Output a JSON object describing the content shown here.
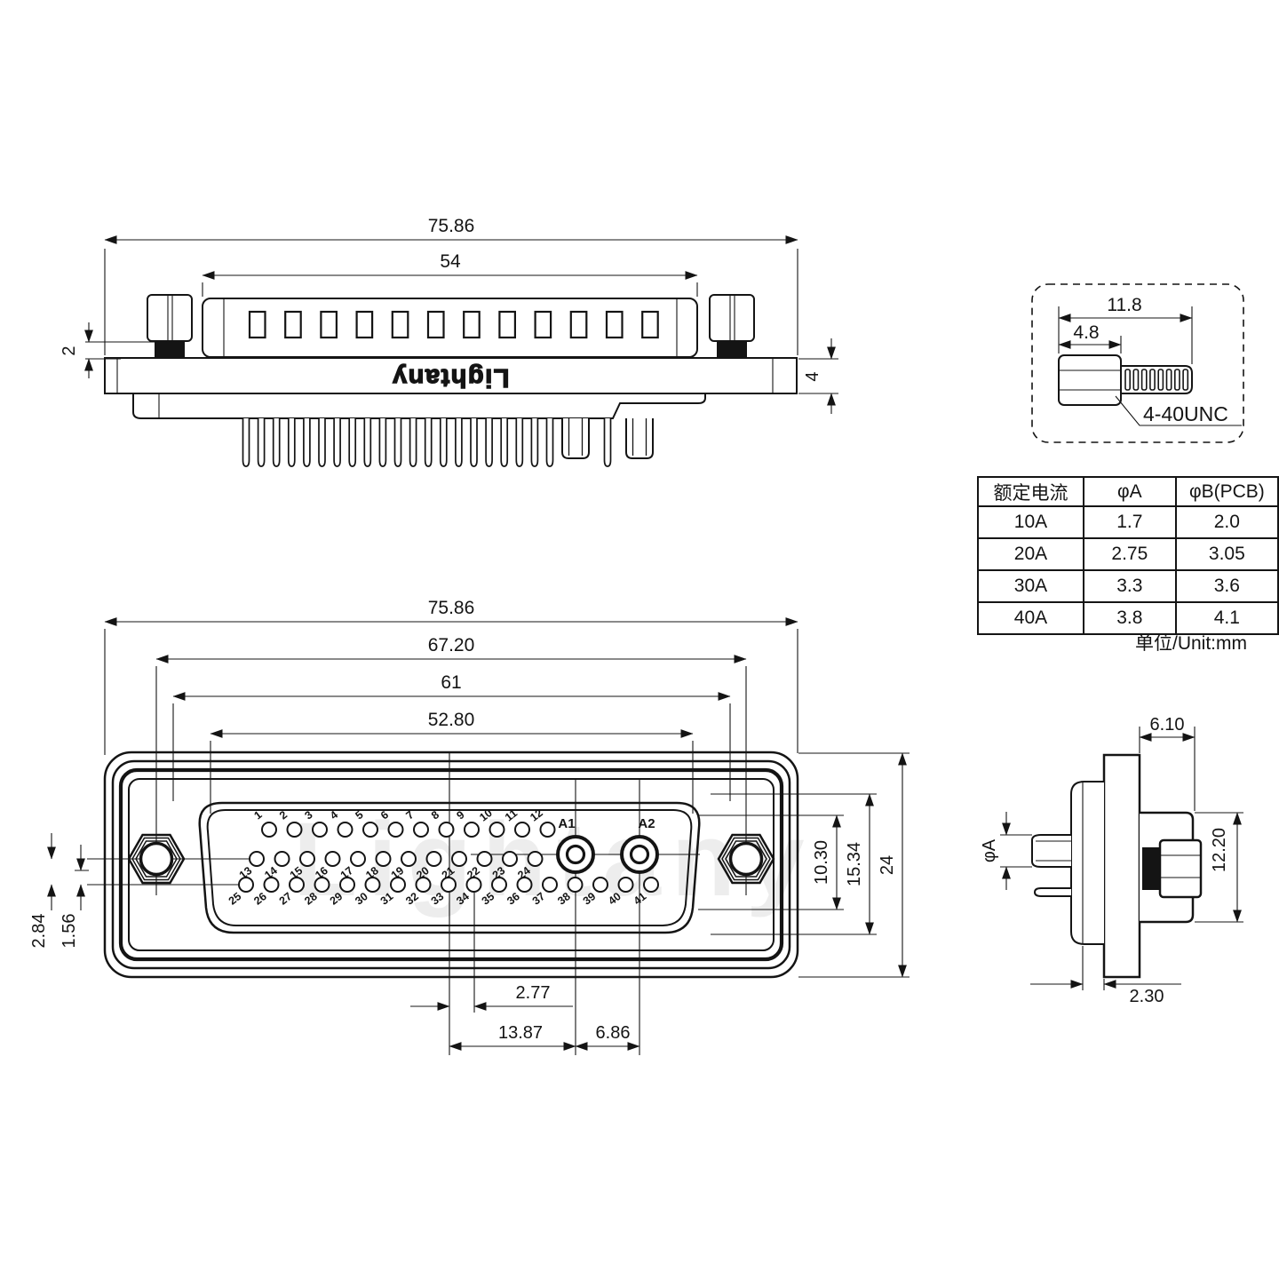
{
  "brand": {
    "logo_text": "Lightany",
    "watermark_text": "Lightany"
  },
  "top_view": {
    "dim_overall_width": "75.86",
    "dim_body_width": "54",
    "dim_screw_standoff": "2",
    "dim_flange_thickness": "4"
  },
  "screw_detail": {
    "dim_total_length": "11.8",
    "dim_head_length": "4.8",
    "thread_spec": "4-40UNC"
  },
  "spec_table": {
    "headers": [
      "额定电流",
      "φA",
      "φB(PCB)"
    ],
    "rows": [
      [
        "10A",
        "1.7",
        "2.0"
      ],
      [
        "20A",
        "2.75",
        "3.05"
      ],
      [
        "30A",
        "3.3",
        "3.6"
      ],
      [
        "40A",
        "3.8",
        "4.1"
      ]
    ],
    "unit_note": "单位/Unit:mm"
  },
  "front_view": {
    "dim_overall_width": "75.86",
    "dim_mount_hole_span": "67.20",
    "dim_shell_width": "61",
    "dim_insert_width": "52.80",
    "dim_opening_inner_height": "10.30",
    "dim_insert_height": "15.34",
    "dim_overall_height": "24",
    "dim_row_spacing": "2.84",
    "dim_row_offset": "1.56",
    "dim_pin_pitch": "2.77",
    "dim_pin_to_a1": "13.87",
    "dim_a1_to_a2": "6.86",
    "pin_rows": {
      "row1": [
        "1",
        "2",
        "3",
        "4",
        "5",
        "6",
        "7",
        "8",
        "9",
        "10",
        "11",
        "12"
      ],
      "row2": [
        "13",
        "14",
        "15",
        "16",
        "17",
        "18",
        "19",
        "20",
        "21",
        "22",
        "23",
        "24"
      ],
      "row3": [
        "25",
        "26",
        "27",
        "28",
        "29",
        "30",
        "31",
        "32",
        "33",
        "34",
        "35",
        "36",
        "37",
        "38",
        "39",
        "40",
        "41"
      ]
    },
    "power_contacts": [
      "A1",
      "A2"
    ]
  },
  "side_view": {
    "dim_front_depth": "6.10",
    "dim_contact_dia": "φA",
    "dim_shell_height": "12.20",
    "dim_rear_depth": "2.30"
  },
  "colors": {
    "line": "#141414",
    "background": "#ffffff"
  }
}
